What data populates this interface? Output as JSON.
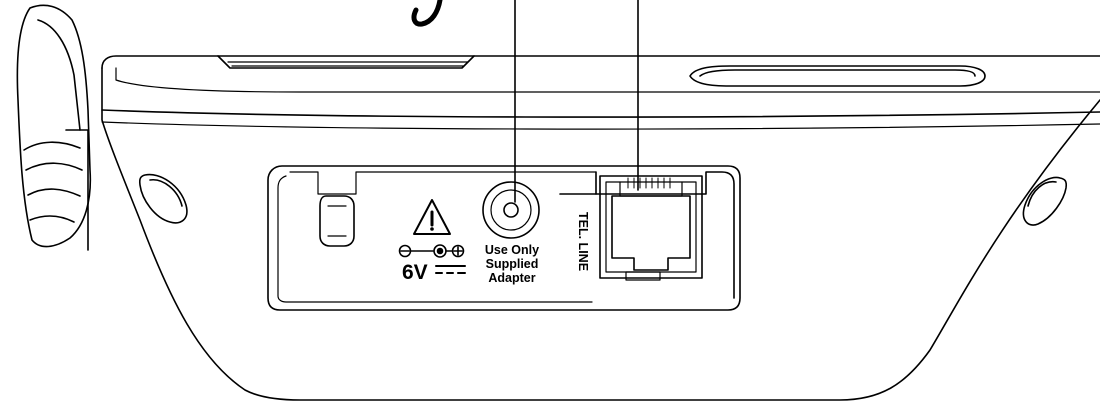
{
  "labels": {
    "power_voltage": "6V",
    "adapter_line1": "Use Only",
    "adapter_line2": "Supplied",
    "adapter_line3": "Adapter",
    "tel_line": "TEL. LINE"
  },
  "icons": [
    "warning-triangle-icon",
    "dc-polarity-icon",
    "dc-current-icon"
  ]
}
